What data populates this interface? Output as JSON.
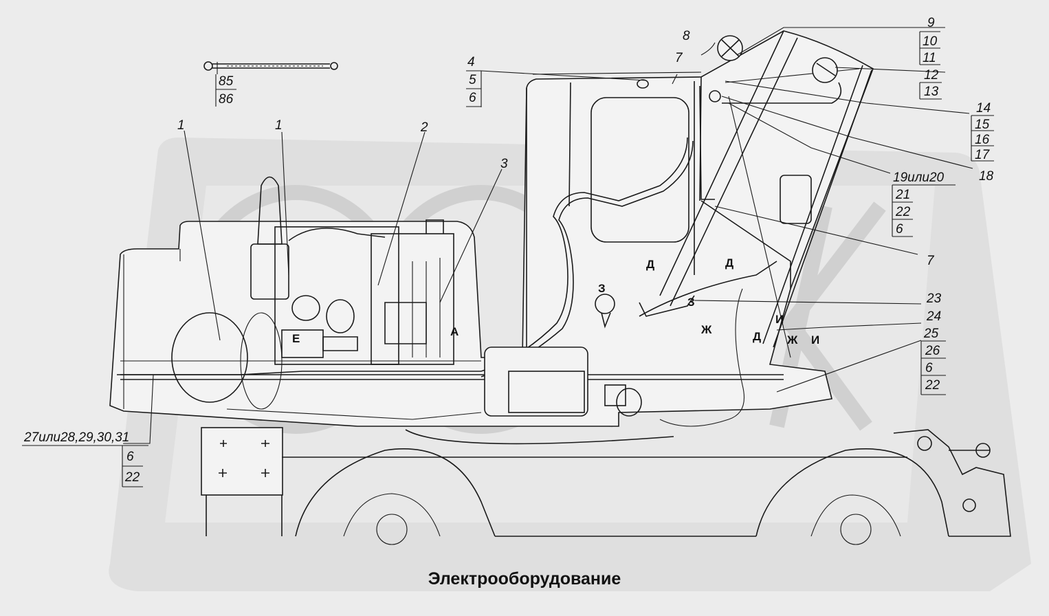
{
  "caption": "Электрооборудование",
  "callouts": [
    {
      "id": "c85",
      "lines": [
        "85",
        "86"
      ]
    },
    {
      "id": "c4",
      "lines": [
        "4",
        "5",
        "6"
      ]
    },
    {
      "id": "c9",
      "lines": [
        "9",
        "10",
        "11"
      ]
    },
    {
      "id": "c8",
      "lines": [
        "8"
      ]
    },
    {
      "id": "c7top",
      "lines": [
        "7"
      ]
    },
    {
      "id": "c12",
      "lines": [
        "12",
        "13"
      ]
    },
    {
      "id": "c14",
      "lines": [
        "14",
        "15",
        "16",
        "17"
      ]
    },
    {
      "id": "c18",
      "lines": [
        "18"
      ]
    },
    {
      "id": "c19",
      "lines": [
        "19или20",
        "21",
        "22",
        "6"
      ]
    },
    {
      "id": "c7mid",
      "lines": [
        "7"
      ]
    },
    {
      "id": "c23",
      "lines": [
        "23"
      ]
    },
    {
      "id": "c24",
      "lines": [
        "24"
      ]
    },
    {
      "id": "c25",
      "lines": [
        "25",
        "26",
        "6",
        "22"
      ]
    },
    {
      "id": "c1a",
      "lines": [
        "1"
      ]
    },
    {
      "id": "c1b",
      "lines": [
        "1"
      ]
    },
    {
      "id": "c2",
      "lines": [
        "2"
      ]
    },
    {
      "id": "c3",
      "lines": [
        "3"
      ]
    },
    {
      "id": "c27",
      "lines": [
        "27или28,29,30,31",
        "6",
        "22"
      ]
    }
  ],
  "section_marks": [
    "Д",
    "Д",
    "З",
    "З",
    "Ж",
    "И",
    "Ж",
    "И",
    "Д",
    "А",
    "Е"
  ]
}
